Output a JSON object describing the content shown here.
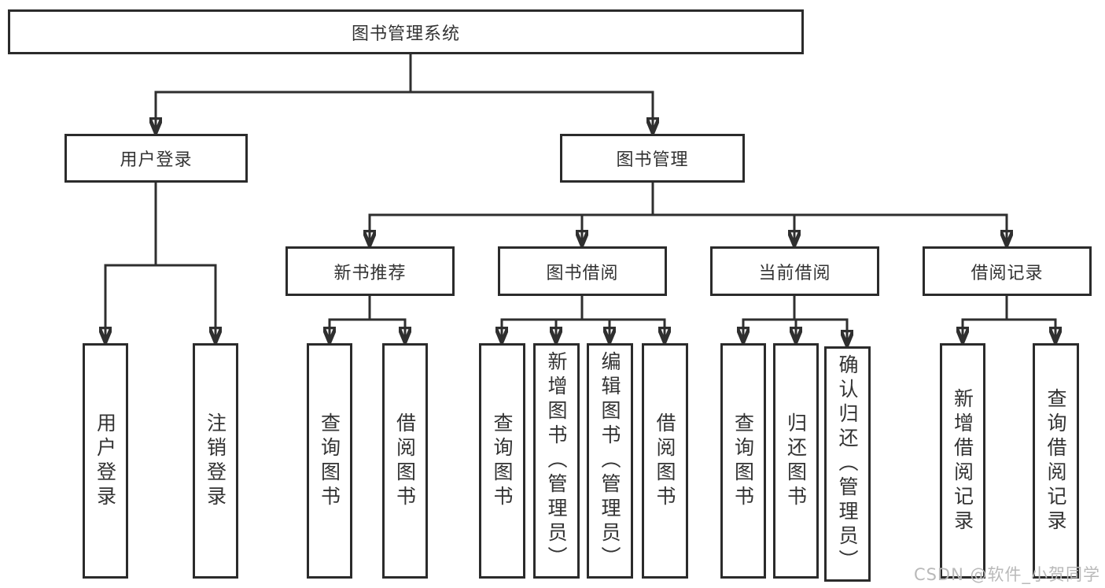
{
  "diagram": {
    "type": "hierarchy-tree",
    "title": "图书管理系统",
    "colors": {
      "line": "#2f2f2f",
      "border": "#2b2b2b",
      "text": "#333333",
      "background": "#ffffff",
      "watermark": "#b9b9b9"
    },
    "nodes": {
      "root": {
        "label": "图书管理系统"
      },
      "user_login": {
        "label": "用户登录"
      },
      "book_mgmt": {
        "label": "图书管理"
      },
      "new_books": {
        "label": "新书推荐"
      },
      "book_borrow": {
        "label": "图书借阅"
      },
      "current_borrow": {
        "label": "当前借阅"
      },
      "borrow_records": {
        "label": "借阅记录"
      },
      "leaf_user_login": {
        "label": "用户登录"
      },
      "leaf_logout": {
        "label": "注销登录"
      },
      "leaf_nb_query_books": {
        "label": "查询图书"
      },
      "leaf_nb_borrow_books": {
        "label": "借阅图书"
      },
      "leaf_bb_query_books": {
        "label": "查询图书"
      },
      "leaf_bb_add_books": {
        "label": "新增图书（管理员）"
      },
      "leaf_bb_edit_books": {
        "label": "编辑图书（管理员）"
      },
      "leaf_bb_borrow_books": {
        "label": "借阅图书"
      },
      "leaf_cb_query_books": {
        "label": "查询图书"
      },
      "leaf_cb_return_books": {
        "label": "归还图书"
      },
      "leaf_cb_confirm_return": {
        "label": "确认归还（管理员）"
      },
      "leaf_br_add_record": {
        "label": "新增借阅记录"
      },
      "leaf_br_query_record": {
        "label": "查询借阅记录"
      }
    },
    "edges": [
      {
        "from": "root",
        "to": "user_login"
      },
      {
        "from": "root",
        "to": "book_mgmt"
      },
      {
        "from": "user_login",
        "to": "leaf_user_login"
      },
      {
        "from": "user_login",
        "to": "leaf_logout"
      },
      {
        "from": "book_mgmt",
        "to": "new_books"
      },
      {
        "from": "book_mgmt",
        "to": "book_borrow"
      },
      {
        "from": "book_mgmt",
        "to": "current_borrow"
      },
      {
        "from": "book_mgmt",
        "to": "borrow_records"
      },
      {
        "from": "new_books",
        "to": "leaf_nb_query_books"
      },
      {
        "from": "new_books",
        "to": "leaf_nb_borrow_books"
      },
      {
        "from": "book_borrow",
        "to": "leaf_bb_query_books"
      },
      {
        "from": "book_borrow",
        "to": "leaf_bb_add_books"
      },
      {
        "from": "book_borrow",
        "to": "leaf_bb_edit_books"
      },
      {
        "from": "book_borrow",
        "to": "leaf_bb_borrow_books"
      },
      {
        "from": "current_borrow",
        "to": "leaf_cb_query_books"
      },
      {
        "from": "current_borrow",
        "to": "leaf_cb_return_books"
      },
      {
        "from": "current_borrow",
        "to": "leaf_cb_confirm_return"
      },
      {
        "from": "borrow_records",
        "to": "leaf_br_add_record"
      },
      {
        "from": "borrow_records",
        "to": "leaf_br_query_record"
      }
    ]
  },
  "watermark": "CSDN @软件_小贺同学"
}
